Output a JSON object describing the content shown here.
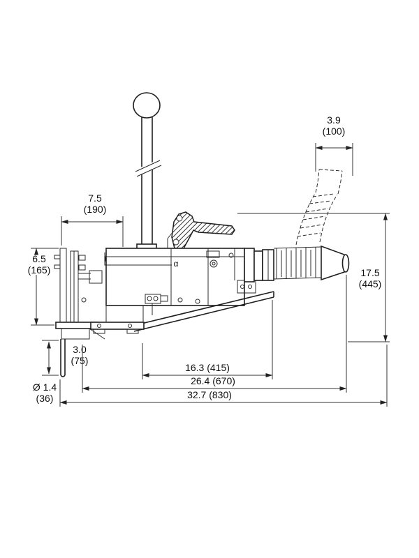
{
  "drawing": {
    "body_marking": "α",
    "dims": {
      "top_width": {
        "value": "7.5",
        "metric": "(190)"
      },
      "nozzle_offset": {
        "value": "3.9",
        "metric": "(100)"
      },
      "left_height": {
        "value": "6.5",
        "metric": "(165)"
      },
      "total_height": {
        "value": "17.5",
        "metric": "(445)"
      },
      "pin_length": {
        "value": "3.0",
        "metric": "(75)"
      },
      "pin_diameter": {
        "value": "Ø 1.4",
        "metric": "(36)"
      },
      "inner_length": "16.3 (415)",
      "mid_length": "26.4 (670)",
      "total_length": "32.7 (830)"
    }
  }
}
